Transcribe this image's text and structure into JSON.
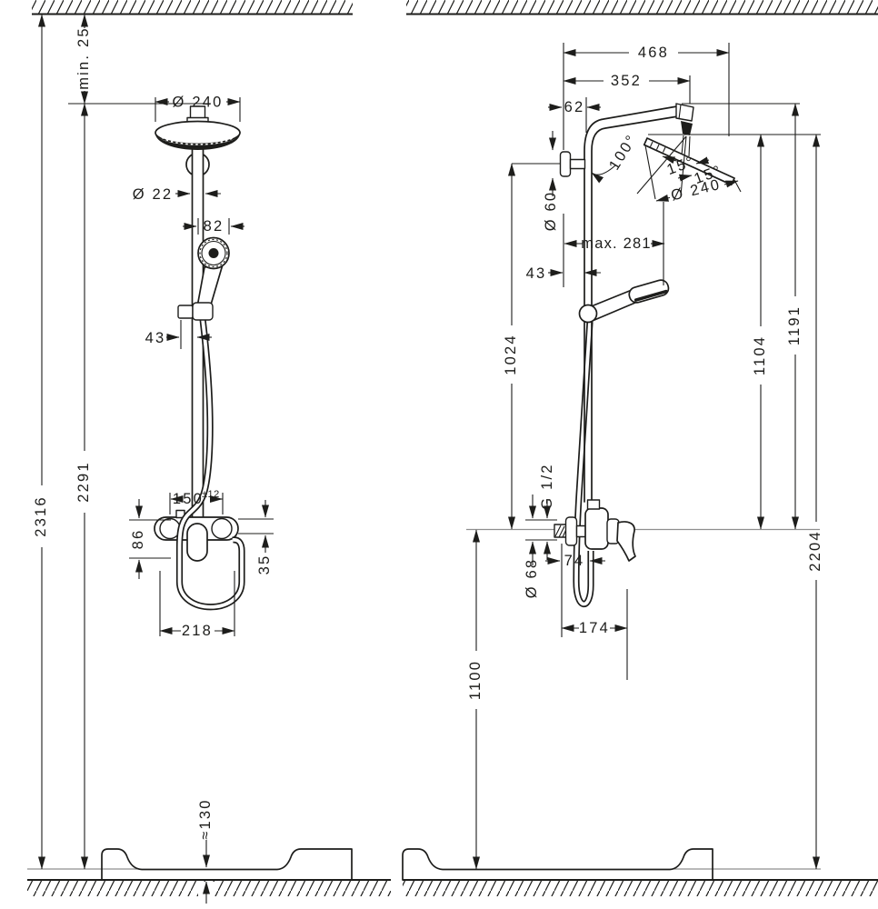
{
  "colors": {
    "ink": "#1d1d1b",
    "reference_gray": "#8f8f8f",
    "background": "#ffffff"
  },
  "front": {
    "ceiling_clearance": "min. 25",
    "overall_height": "2316",
    "unit_height": "2291",
    "head_diameter": "Ø 240",
    "pipe_diameter": "Ø 22",
    "handshower_diameter": "82",
    "holder_offset": "43",
    "mixer_centers": "150",
    "mixer_centers_tol": "±12",
    "mixer_drop": "86",
    "mixer_offset": "35",
    "mixer_width": "218",
    "tray_height": "≈130"
  },
  "side": {
    "overall_reach": "468",
    "head_reach": "352",
    "bar_offset": "62",
    "arm_angle": "100°",
    "tilt_up": "15°",
    "tilt_down": "15°",
    "head_diameter": "Ø 240",
    "bracket_diameter": "Ø 60",
    "max_reach": "max. 281",
    "bar_wall_gap": "43",
    "bar_length": "1024",
    "height_head_low": "1104",
    "height_head_high": "1191",
    "thread": "G 1/2",
    "escutcheon_diameter": "Ø 68",
    "mixer_depth": "74",
    "mixer_projection": "174",
    "total_height": "2204",
    "mixer_height": "1100"
  }
}
